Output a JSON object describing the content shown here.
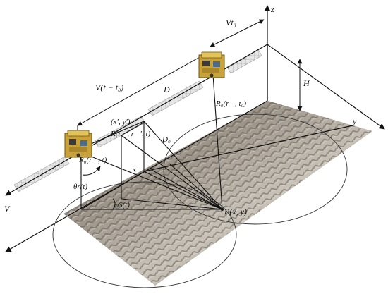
{
  "labels": {
    "z": "z",
    "y": "y",
    "x": "x",
    "velocity_vec": "V⃗",
    "Vt0": "Vt₀",
    "V_t_minus_t0": "V(t − t₀)",
    "D_prime": "D′",
    "R0_t0": "R₀(r⃗, t₀)",
    "H": "H",
    "x_prime_y_prime": "(x′, y′)",
    "R_rr_t": "R(r⃗, r⃗′, t)",
    "D0": "D₀",
    "R0_t": "R₀(r⃗, t)",
    "theta_r": "θr(t)",
    "phi_s": "φS(t)",
    "P": "P(x, y)"
  },
  "colors": {
    "line": "#111111",
    "terrain_light": "#c9cfd6",
    "terrain_mid": "#8f867a",
    "terrain_dark": "#5b524a",
    "panel": "#dcdcdc",
    "satellite_body": "#c9a23a"
  },
  "icons": {
    "satellite_1": "satellite-icon",
    "satellite_2": "satellite-icon"
  }
}
